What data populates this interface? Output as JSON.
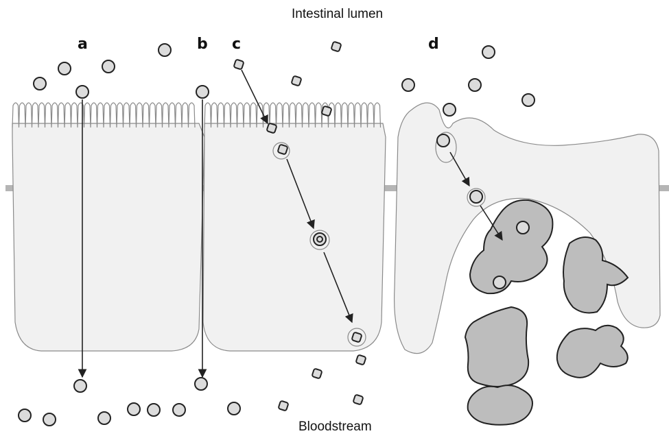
{
  "labels": {
    "top": "Intestinal lumen",
    "bottom": "Bloodstream"
  },
  "panels": {
    "a": "a",
    "b": "b",
    "c": "c",
    "d": "d"
  },
  "colors": {
    "cell_fill": "#f1f1f1",
    "cell_outline": "#8a8a8a",
    "particle_fill": "#dcdcdc",
    "particle_outline": "#222222",
    "follicle_fill": "#bdbdbd",
    "junction": "#b5b5b5",
    "arrow": "#222222"
  }
}
